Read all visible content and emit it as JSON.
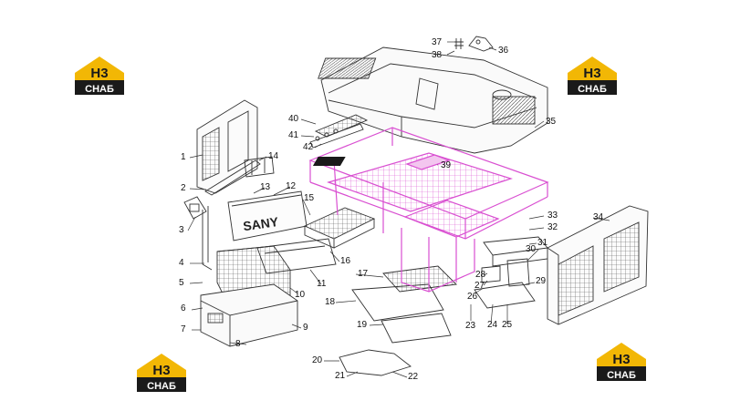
{
  "logo": {
    "mark": "H3",
    "text": "СНАБ",
    "accent": "#f2b705",
    "dark": "#1a1a1a"
  },
  "colors": {
    "highlight": "#d94fd1",
    "line": "#333333"
  },
  "brand_plate": "SANY",
  "labels": [
    "1",
    "2",
    "3",
    "4",
    "5",
    "6",
    "7",
    "8",
    "9",
    "10",
    "11",
    "12",
    "13",
    "14",
    "15",
    "16",
    "17",
    "18",
    "19",
    "20",
    "21",
    "22",
    "23",
    "24",
    "25",
    "26",
    "27",
    "28",
    "29",
    "30",
    "31",
    "32",
    "33",
    "34",
    "35",
    "36",
    "37",
    "38",
    "39",
    "40",
    "41",
    "42"
  ]
}
